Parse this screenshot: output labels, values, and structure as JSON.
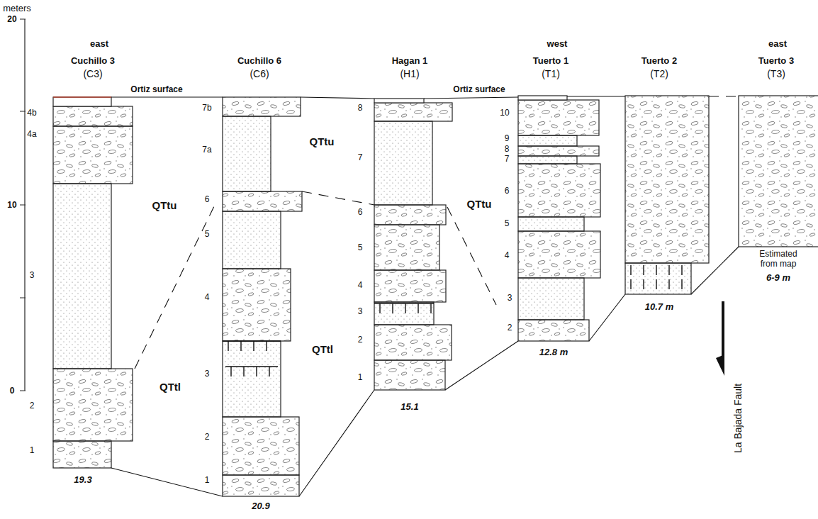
{
  "diagram": {
    "labels": [
      "meters",
      "20",
      "10",
      "0",
      "east",
      "Cuchillo 3",
      "(C3)",
      "Ortiz surface",
      "Cuchillo 6",
      "(C6)",
      "Hagan 1",
      "(H1)",
      "Ortiz surface",
      "west",
      "Tuerto 1",
      "(T1)",
      "Tuerto 2",
      "(T2)",
      "east",
      "Tuerto 3",
      "(T3)",
      "4b",
      "4a",
      "3",
      "2",
      "1",
      "QTtu",
      "QTtl",
      "7b",
      "7a",
      "6",
      "5",
      "4",
      "3",
      "2",
      "1",
      "QTtu",
      "QTtl",
      "8",
      "7",
      "6",
      "5",
      "4",
      "3",
      "2",
      "1",
      "QTtu",
      "10",
      "9",
      "8",
      "7",
      "6",
      "5",
      "4",
      "3",
      "2",
      "19.3",
      "20.9",
      "15.1",
      "12.8 m",
      "10.7 m",
      "Estimated from map",
      "6-9 m",
      "La Bajada Fault"
    ]
  }
}
